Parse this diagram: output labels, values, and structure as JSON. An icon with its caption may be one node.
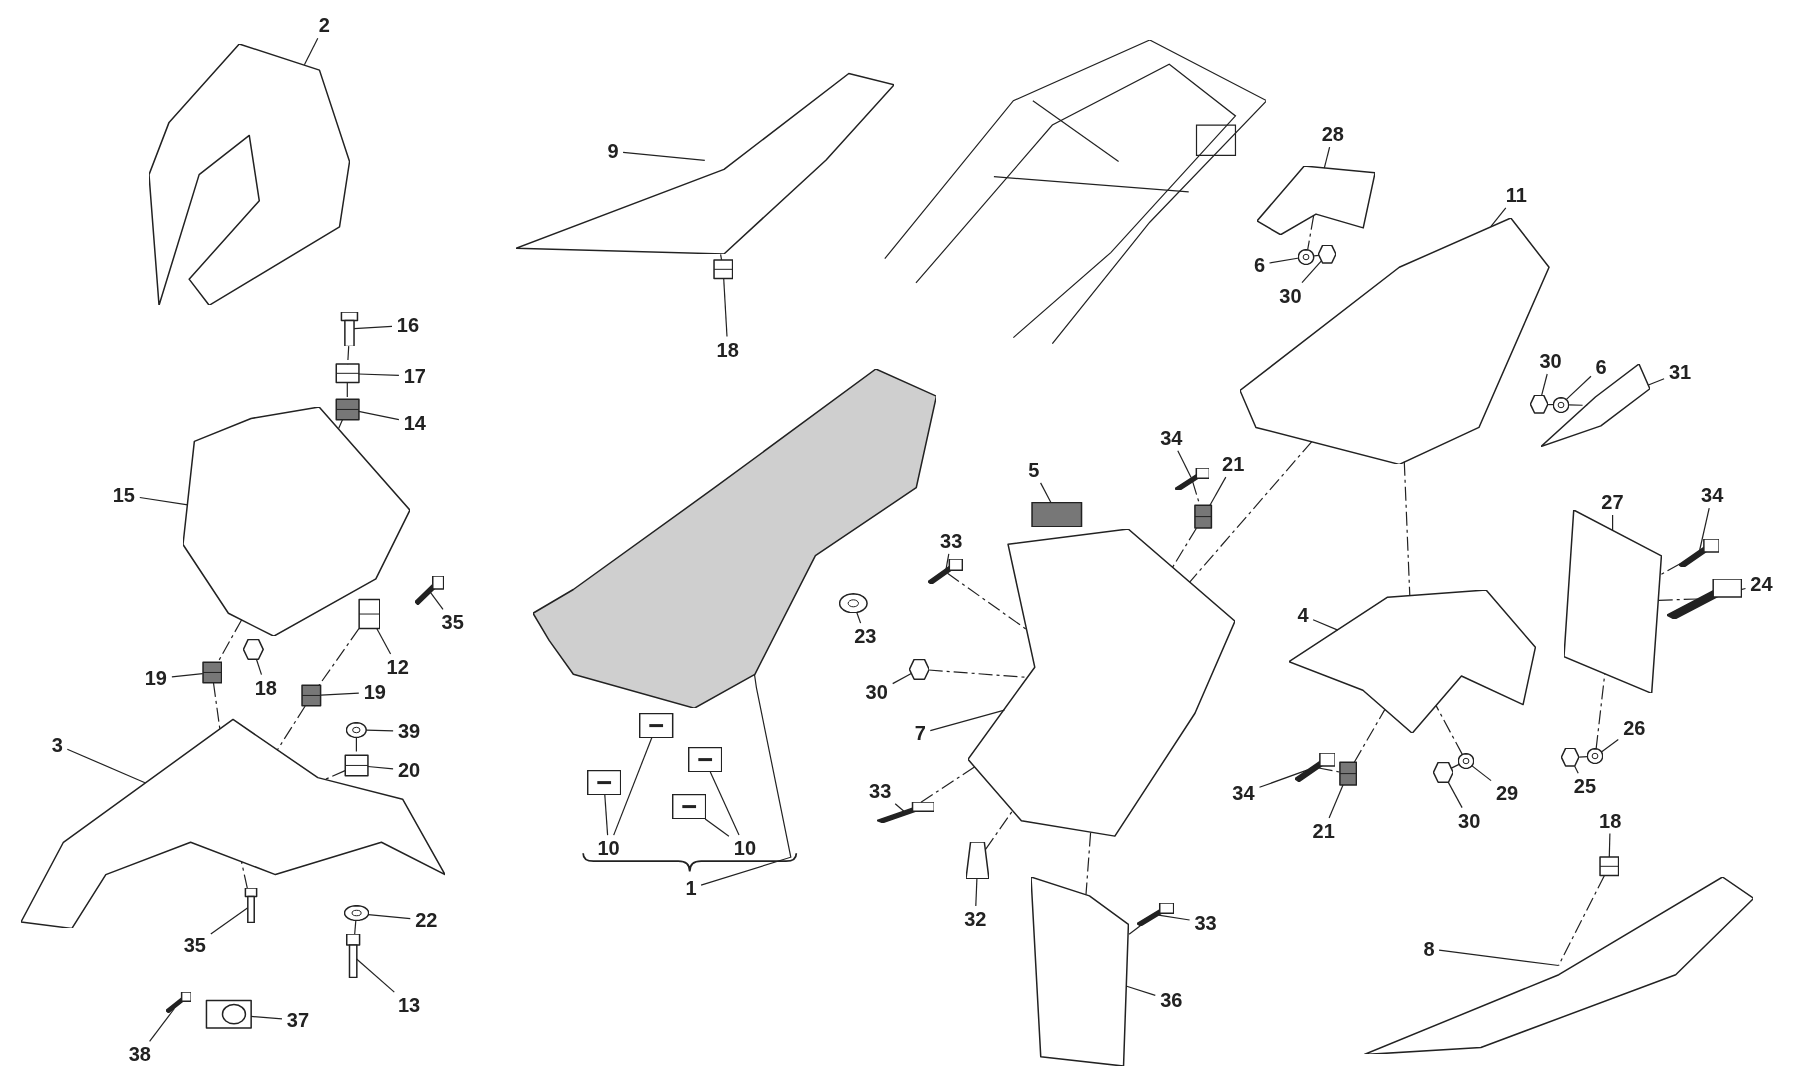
{
  "diagram": {
    "nodes": [
      {
        "text": [
          "2"
        ]
      },
      {
        "text": [
          "9"
        ]
      },
      {
        "text": [
          "18"
        ]
      },
      {
        "text": [
          "16"
        ]
      },
      {
        "text": [
          "17"
        ]
      },
      {
        "text": [
          "14"
        ]
      },
      {
        "text": [
          "15"
        ]
      },
      {
        "text": [
          "35"
        ]
      },
      {
        "text": [
          "12"
        ]
      },
      {
        "text": [
          "18"
        ]
      },
      {
        "text": [
          "19"
        ]
      },
      {
        "text": [
          "19"
        ]
      },
      {
        "text": [
          "3"
        ]
      },
      {
        "text": [
          "39"
        ]
      },
      {
        "text": [
          "20"
        ]
      },
      {
        "text": [
          "35"
        ]
      },
      {
        "text": [
          "22"
        ]
      },
      {
        "text": [
          "13"
        ]
      },
      {
        "text": [
          "37"
        ]
      },
      {
        "text": [
          "38"
        ]
      },
      {
        "text": [
          "10"
        ]
      },
      {
        "text": [
          "10"
        ]
      },
      {
        "text": [
          "1"
        ]
      },
      {
        "text": [
          "23"
        ]
      },
      {
        "text": [
          "28"
        ]
      },
      {
        "text": [
          "6"
        ]
      },
      {
        "text": [
          "30"
        ]
      },
      {
        "text": [
          "11"
        ]
      },
      {
        "text": [
          "30"
        ]
      },
      {
        "text": [
          "6"
        ]
      },
      {
        "text": [
          "31"
        ]
      },
      {
        "text": [
          "5"
        ]
      },
      {
        "text": [
          "34"
        ]
      },
      {
        "text": [
          "21"
        ]
      },
      {
        "text": [
          "33"
        ]
      },
      {
        "text": [
          "30"
        ]
      },
      {
        "text": [
          "7"
        ]
      },
      {
        "text": [
          "33"
        ]
      },
      {
        "text": [
          "32"
        ]
      },
      {
        "text": [
          "36"
        ]
      },
      {
        "text": [
          "33"
        ]
      },
      {
        "text": [
          "4"
        ]
      },
      {
        "text": [
          "27"
        ]
      },
      {
        "text": [
          "34"
        ]
      },
      {
        "text": [
          "24"
        ]
      },
      {
        "text": [
          "25"
        ]
      },
      {
        "text": [
          "26"
        ]
      },
      {
        "text": [
          "34"
        ]
      },
      {
        "text": [
          "21"
        ]
      },
      {
        "text": [
          "30"
        ]
      },
      {
        "text": [
          "29"
        ]
      },
      {
        "text": [
          "18"
        ]
      },
      {
        "text": [
          "8"
        ]
      },
      {
        "text": [],
        "shape": "picture"
      },
      {
        "text": [],
        "shape": "picture"
      },
      {
        "text": [],
        "shape": "picture"
      },
      {
        "text": [],
        "shape": "picture"
      },
      {
        "text": [],
        "shape": "picture"
      },
      {
        "text": [],
        "shape": "picture"
      },
      {
        "text": [],
        "shape": "picture"
      },
      {
        "text": [],
        "shape": "picture"
      },
      {
        "text": [],
        "shape": "picture"
      },
      {
        "text": [],
        "shape": "picture"
      },
      {
        "text": [],
        "shape": "hexagon"
      },
      {
        "text": [],
        "shape": "picture"
      },
      {
        "text": [],
        "shape": "picture"
      },
      {
        "text": [],
        "shape": "picture"
      },
      {
        "text": [],
        "shape": "circle"
      },
      {
        "text": [],
        "shape": "picture"
      },
      {
        "text": [],
        "shape": "picture"
      },
      {
        "text": [],
        "shape": "circle"
      },
      {
        "text": [],
        "shape": "picture"
      },
      {
        "text": [],
        "shape": "picture"
      },
      {
        "text": [],
        "shape": "picture"
      },
      {
        "text": [],
        "shape": "box"
      },
      {
        "text": [],
        "shape": "box"
      },
      {
        "text": [],
        "shape": "box"
      },
      {
        "text": [],
        "shape": "box"
      },
      {
        "text": [],
        "shape": "circle"
      },
      {
        "text": [],
        "shape": "picture"
      },
      {
        "text": [],
        "shape": "circle"
      },
      {
        "text": [],
        "shape": "hexagon"
      },
      {
        "text": [],
        "shape": "picture"
      },
      {
        "text": [],
        "shape": "hexagon"
      },
      {
        "text": [],
        "shape": "circle"
      },
      {
        "text": [],
        "shape": "picture"
      },
      {
        "text": [],
        "shape": "box"
      },
      {
        "text": [],
        "shape": "picture"
      },
      {
        "text": [],
        "shape": "picture"
      },
      {
        "text": [],
        "shape": "picture"
      },
      {
        "text": [],
        "shape": "hexagon"
      },
      {
        "text": [],
        "shape": "picture"
      },
      {
        "text": [],
        "shape": "picture"
      },
      {
        "text": [],
        "shape": "picture"
      },
      {
        "text": [],
        "shape": "picture"
      },
      {
        "text": [],
        "shape": "picture"
      },
      {
        "text": [],
        "shape": "picture"
      },
      {
        "text": [],
        "shape": "picture"
      },
      {
        "text": [],
        "shape": "picture"
      },
      {
        "text": [],
        "shape": "picture"
      },
      {
        "text": [],
        "shape": "hexagon"
      },
      {
        "text": [],
        "shape": "circle"
      },
      {
        "text": [],
        "shape": "picture"
      },
      {
        "text": [],
        "shape": "picture"
      },
      {
        "text": [],
        "shape": "hexagon"
      },
      {
        "text": [],
        "shape": "circle"
      },
      {
        "text": [],
        "shape": "picture"
      },
      {
        "text": [],
        "shape": "picture"
      }
    ],
    "edges": [
      {
        "from": 0,
        "to": 53,
        "arrow": "none"
      },
      {
        "from": 1,
        "to": 54,
        "arrow": "none"
      },
      {
        "from": 2,
        "to": 55,
        "arrow": "none"
      },
      {
        "from": 3,
        "to": 57,
        "arrow": "none"
      },
      {
        "from": 4,
        "to": 58,
        "arrow": "none"
      },
      {
        "from": 5,
        "to": 59,
        "arrow": "none"
      },
      {
        "from": 6,
        "to": 60,
        "arrow": "none"
      },
      {
        "from": 7,
        "to": 61,
        "arrow": "none"
      },
      {
        "from": 8,
        "to": 62,
        "arrow": "none"
      },
      {
        "from": 9,
        "to": 63,
        "arrow": "none"
      },
      {
        "from": 10,
        "to": 64,
        "arrow": "none"
      },
      {
        "from": 11,
        "to": 65,
        "arrow": "none"
      },
      {
        "from": 12,
        "to": 66,
        "arrow": "none"
      },
      {
        "from": 13,
        "to": 67,
        "arrow": "none"
      },
      {
        "from": 14,
        "to": 68,
        "arrow": "none"
      },
      {
        "from": 15,
        "to": 69,
        "arrow": "none"
      },
      {
        "from": 16,
        "to": 70,
        "arrow": "none"
      },
      {
        "from": 17,
        "to": 71,
        "arrow": "none"
      },
      {
        "from": 18,
        "to": 72,
        "arrow": "none"
      },
      {
        "from": 19,
        "to": 73,
        "arrow": "none"
      },
      {
        "from": 20,
        "to": 74,
        "arrow": "none"
      },
      {
        "from": 20,
        "to": 75,
        "arrow": "none"
      },
      {
        "from": 21,
        "to": 76,
        "arrow": "none"
      },
      {
        "from": 21,
        "to": 77,
        "arrow": "none"
      },
      {
        "from": 22,
        "to": 56,
        "arrow": "none"
      },
      {
        "from": 23,
        "to": 78,
        "arrow": "none"
      },
      {
        "from": 24,
        "to": 79,
        "arrow": "none"
      },
      {
        "from": 25,
        "to": 80,
        "arrow": "none"
      },
      {
        "from": 26,
        "to": 81,
        "arrow": "none"
      },
      {
        "from": 27,
        "to": 82,
        "arrow": "none"
      },
      {
        "from": 28,
        "to": 83,
        "arrow": "none"
      },
      {
        "from": 29,
        "to": 84,
        "arrow": "none"
      },
      {
        "from": 30,
        "to": 85,
        "arrow": "none"
      },
      {
        "from": 31,
        "to": 86,
        "arrow": "none"
      },
      {
        "from": 32,
        "to": 87,
        "arrow": "none"
      },
      {
        "from": 33,
        "to": 88,
        "arrow": "none"
      },
      {
        "from": 34,
        "to": 89,
        "arrow": "none"
      },
      {
        "from": 35,
        "to": 90,
        "arrow": "none"
      },
      {
        "from": 36,
        "to": 91,
        "arrow": "none"
      },
      {
        "from": 37,
        "to": 92,
        "arrow": "none"
      },
      {
        "from": 38,
        "to": 93,
        "arrow": "none"
      },
      {
        "from": 39,
        "to": 94,
        "arrow": "none"
      },
      {
        "from": 40,
        "to": 95,
        "arrow": "none"
      },
      {
        "from": 41,
        "to": 96,
        "arrow": "none"
      },
      {
        "from": 42,
        "to": 97,
        "arrow": "none"
      },
      {
        "from": 43,
        "to": 98,
        "arrow": "none"
      },
      {
        "from": 44,
        "to": 99,
        "arrow": "none"
      },
      {
        "from": 45,
        "to": 100,
        "arrow": "none"
      },
      {
        "from": 46,
        "to": 101,
        "arrow": "none"
      },
      {
        "from": 47,
        "to": 102,
        "arrow": "none"
      },
      {
        "from": 48,
        "to": 103,
        "arrow": "none"
      },
      {
        "from": 49,
        "to": 104,
        "arrow": "none"
      },
      {
        "from": 50,
        "to": 105,
        "arrow": "none"
      },
      {
        "from": 51,
        "to": 106,
        "arrow": "none"
      },
      {
        "from": 52,
        "to": 107,
        "arrow": "none"
      },
      {
        "from": 57,
        "to": 58,
        "arrow": "none",
        "style": "dashed"
      },
      {
        "from": 58,
        "to": 59,
        "arrow": "none",
        "style": "dashed"
      },
      {
        "from": 59,
        "to": 60,
        "arrow": "none",
        "style": "dashed"
      },
      {
        "from": 60,
        "to": 64,
        "arrow": "none",
        "style": "dashed"
      },
      {
        "from": 64,
        "to": 66,
        "arrow": "none",
        "style": "dashed"
      },
      {
        "from": 62,
        "to": 65,
        "arrow": "none",
        "style": "dashed"
      },
      {
        "from": 65,
        "to": 66,
        "arrow": "none",
        "style": "dashed"
      },
      {
        "from": 67,
        "to": 68,
        "arrow": "none",
        "style": "dashed"
      },
      {
        "from": 68,
        "to": 66,
        "arrow": "none",
        "style": "dashed"
      },
      {
        "from": 70,
        "to": 71,
        "arrow": "none",
        "style": "dashed"
      },
      {
        "from": 69,
        "to": 66,
        "arrow": "none",
        "style": "dashed"
      },
      {
        "from": 55,
        "to": 54,
        "arrow": "none",
        "style": "dashed"
      },
      {
        "from": 80,
        "to": 81,
        "arrow": "none",
        "style": "dashed"
      },
      {
        "from": 79,
        "to": 80,
        "arrow": "none",
        "style": "dashed"
      },
      {
        "from": 83,
        "to": 84,
        "arrow": "none",
        "style": "dashed"
      },
      {
        "from": 84,
        "to": 85,
        "arrow": "none",
        "style": "dashed"
      },
      {
        "from": 87,
        "to": 88,
        "arrow": "none",
        "style": "dashed"
      },
      {
        "from": 88,
        "to": 91,
        "arrow": "none",
        "style": "dashed"
      },
      {
        "from": 89,
        "to": 91,
        "arrow": "none",
        "style": "dashed"
      },
      {
        "from": 90,
        "to": 91,
        "arrow": "none",
        "style": "dashed"
      },
      {
        "from": 92,
        "to": 91,
        "arrow": "none",
        "style": "dashed"
      },
      {
        "from": 93,
        "to": 91,
        "arrow": "none",
        "style": "dashed"
      },
      {
        "from": 91,
        "to": 94,
        "arrow": "none",
        "style": "dashed"
      },
      {
        "from": 95,
        "to": 94,
        "arrow": "none",
        "style": "dashed"
      },
      {
        "from": 82,
        "to": 91,
        "arrow": "none",
        "style": "dashed"
      },
      {
        "from": 82,
        "to": 96,
        "arrow": "none",
        "style": "dashed"
      },
      {
        "from": 102,
        "to": 103,
        "arrow": "none",
        "style": "dashed"
      },
      {
        "from": 103,
        "to": 96,
        "arrow": "none",
        "style": "dashed"
      },
      {
        "from": 104,
        "to": 105,
        "arrow": "none",
        "style": "dashed"
      },
      {
        "from": 105,
        "to": 96,
        "arrow": "none",
        "style": "dashed"
      },
      {
        "from": 98,
        "to": 97,
        "arrow": "none",
        "style": "dashed"
      },
      {
        "from": 99,
        "to": 97,
        "arrow": "none",
        "style": "dashed"
      },
      {
        "from": 100,
        "to": 101,
        "arrow": "none",
        "style": "dashed"
      },
      {
        "from": 101,
        "to": 97,
        "arrow": "none",
        "style": "dashed"
      },
      {
        "from": 106,
        "to": 107,
        "arrow": "none",
        "style": "dashed"
      }
    ]
  }
}
